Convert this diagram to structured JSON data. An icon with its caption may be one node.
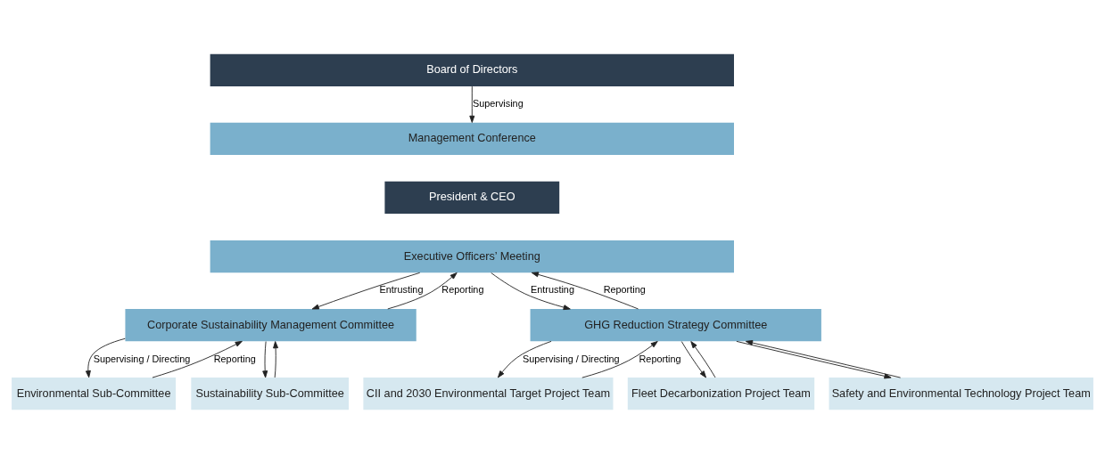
{
  "diagram": {
    "nodes": [
      {
        "text": [
          "Board of Directors"
        ]
      },
      {
        "text": [
          "Management Conference"
        ]
      },
      {
        "text": [
          "President & CEO"
        ]
      },
      {
        "text": [
          "Executive Officers’ Meeting"
        ]
      },
      {
        "text": [
          "Corporate Sustainability Management Committee"
        ]
      },
      {
        "text": [
          "GHG Reduction Strategy Committee"
        ]
      },
      {
        "text": [
          "Environmental Sub-Committee"
        ]
      },
      {
        "text": [
          "Sustainability Sub-Committee"
        ]
      },
      {
        "text": [
          "CII and 2030 Environmental Target Project Team"
        ]
      },
      {
        "text": [
          "Fleet Decarbonization Project Team"
        ]
      },
      {
        "text": [
          "Safety and Environmental Technology Project Team"
        ]
      }
    ],
    "edges": [
      {
        "from": 0,
        "to": 1,
        "arrow": "to",
        "label": "Supervising"
      },
      {
        "from": 3,
        "to": 4,
        "arrow": "to",
        "label": "Entrusting"
      },
      {
        "from": 4,
        "to": 3,
        "arrow": "to",
        "label": "Reporting"
      },
      {
        "from": 3,
        "to": 5,
        "arrow": "to",
        "label": "Entrusting"
      },
      {
        "from": 5,
        "to": 3,
        "arrow": "to",
        "label": "Reporting"
      },
      {
        "from": 4,
        "to": 6,
        "arrow": "to",
        "label": "Supervising / Directing"
      },
      {
        "from": 4,
        "to": 7,
        "arrow": "to"
      },
      {
        "from": 6,
        "to": 4,
        "arrow": "to",
        "label": "Reporting"
      },
      {
        "from": 7,
        "to": 4,
        "arrow": "to"
      },
      {
        "from": 5,
        "to": 8,
        "arrow": "to",
        "label": "Supervising / Directing"
      },
      {
        "from": 5,
        "to": 9,
        "arrow": "to"
      },
      {
        "from": 5,
        "to": 10,
        "arrow": "to"
      },
      {
        "from": 8,
        "to": 5,
        "arrow": "to",
        "label": "Reporting"
      },
      {
        "from": 9,
        "to": 5,
        "arrow": "to"
      },
      {
        "from": 10,
        "to": 5,
        "arrow": "to"
      }
    ]
  }
}
